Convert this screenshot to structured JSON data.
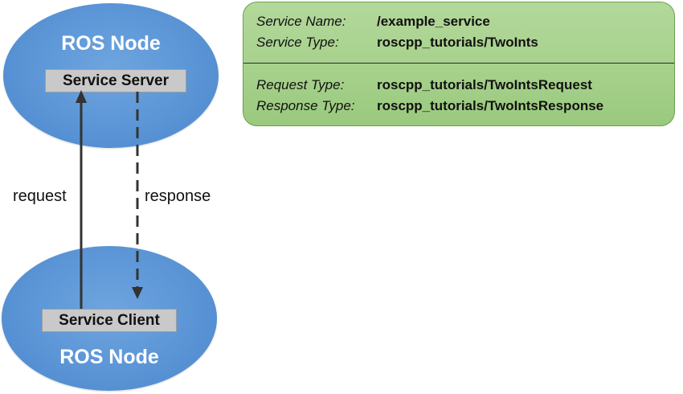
{
  "nodes": {
    "server_node": {
      "title": "ROS Node",
      "service_label": "Service Server"
    },
    "client_node": {
      "title": "ROS Node",
      "service_label": "Service Client"
    }
  },
  "edges": {
    "request": {
      "label": "request",
      "style": "solid"
    },
    "response": {
      "label": "response",
      "style": "dashed"
    }
  },
  "service_info": {
    "name_key": "Service Name:",
    "name_value": "/example_service",
    "type_key": "Service Type:",
    "type_value": "roscpp_tutorials/TwoInts",
    "request_type_key": "Request Type:",
    "request_type_value": "roscpp_tutorials/TwoIntsRequest",
    "response_type_key": "Response Type:",
    "response_type_value": "roscpp_tutorials/TwoIntsResponse"
  },
  "colors": {
    "node_fill": "#5b95d6",
    "service_box_fill": "#c9c9c9",
    "panel_fill": "#a5d08a",
    "arrow_color": "#333333"
  }
}
